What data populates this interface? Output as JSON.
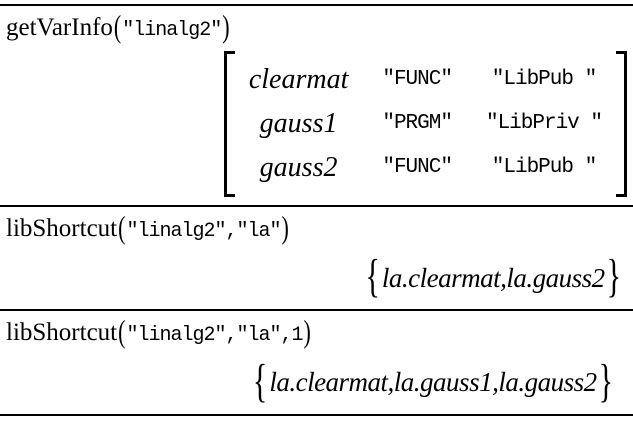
{
  "colors": {
    "background": "#ffffff",
    "text": "#000000",
    "rule": "#000000"
  },
  "entries": [
    {
      "func": "getVarInfo",
      "open_paren": "(",
      "args": "\"linalg2\"",
      "close_paren": ")",
      "matrix": [
        [
          "clearmat",
          "\"FUNC\"",
          "\"LibPub \""
        ],
        [
          "gauss1",
          "\"PRGM\"",
          "\"LibPriv \""
        ],
        [
          "gauss2",
          "\"FUNC\"",
          "\"LibPub \""
        ]
      ]
    },
    {
      "func": "libShortcut",
      "open_paren": "(",
      "args": "\"linalg2\",\"la\"",
      "close_paren": ")",
      "open_brace": "{",
      "result": "la.clearmat,la.gauss2",
      "close_brace": "}"
    },
    {
      "func": "libShortcut",
      "open_paren": "(",
      "args": "\"linalg2\",\"la\",1",
      "close_paren": ")",
      "open_brace": "{",
      "result": "la.clearmat,la.gauss1,la.gauss2",
      "close_brace": "}"
    }
  ]
}
